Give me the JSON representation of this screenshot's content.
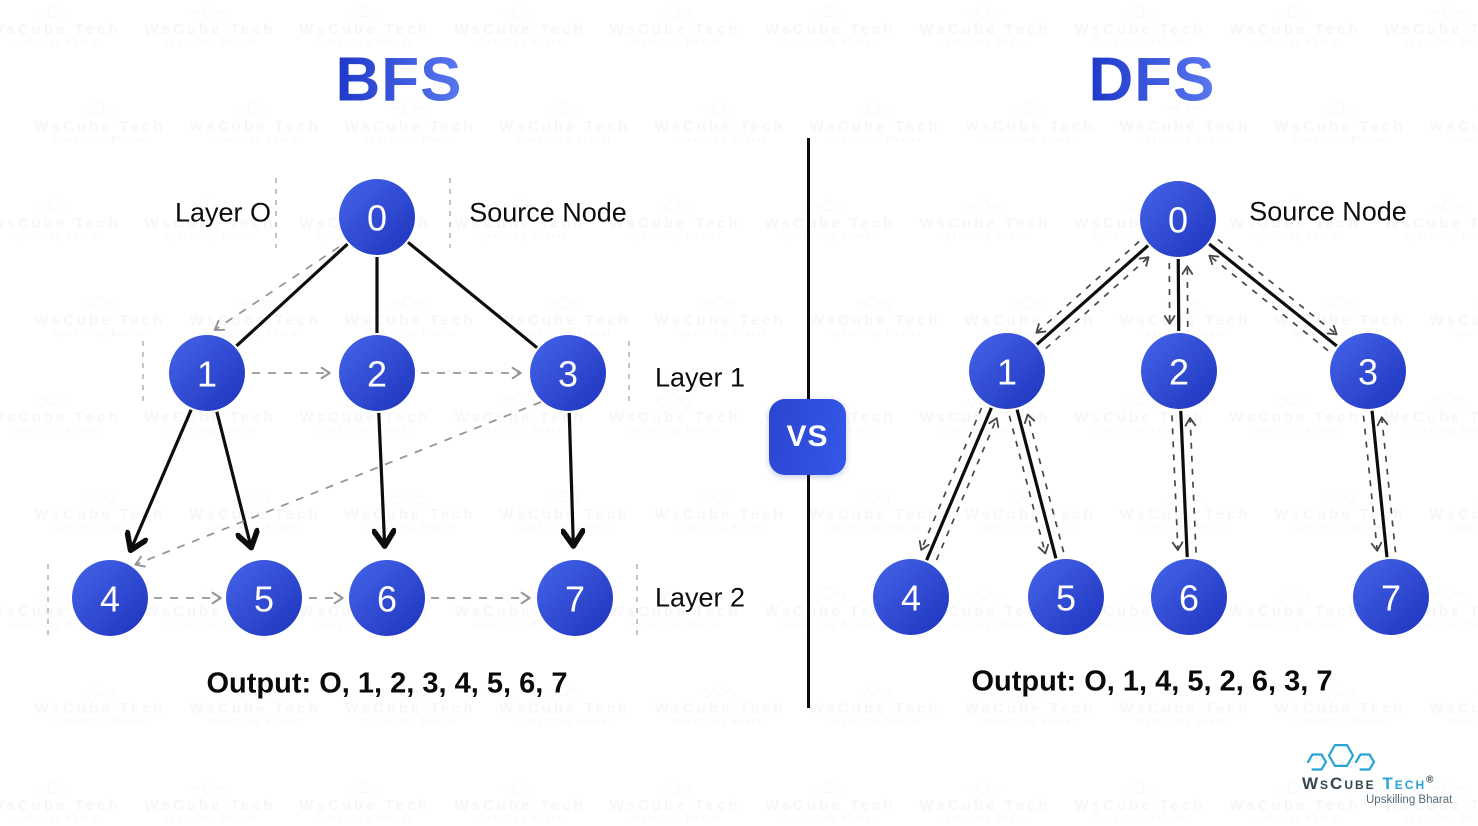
{
  "left_panel": {
    "title": "BFS",
    "labels": {
      "layer0": "Layer O",
      "source": "Source Node",
      "layer1": "Layer 1",
      "layer2": "Layer 2"
    },
    "nodes": [
      "0",
      "1",
      "2",
      "3",
      "4",
      "5",
      "6",
      "7"
    ],
    "tree_edges": [
      [
        0,
        1
      ],
      [
        0,
        2
      ],
      [
        0,
        3
      ],
      [
        1,
        4
      ],
      [
        1,
        5
      ],
      [
        2,
        6
      ],
      [
        3,
        7
      ]
    ],
    "traversal_order": [
      "O",
      "1",
      "2",
      "3",
      "4",
      "5",
      "6",
      "7"
    ],
    "output": "Output: O, 1, 2, 3, 4, 5, 6, 7"
  },
  "divider": {
    "vs_label": "VS"
  },
  "right_panel": {
    "title": "DFS",
    "labels": {
      "source": "Source Node"
    },
    "nodes": [
      "0",
      "1",
      "2",
      "3",
      "4",
      "5",
      "6",
      "7"
    ],
    "tree_edges": [
      [
        0,
        1
      ],
      [
        0,
        2
      ],
      [
        0,
        3
      ],
      [
        1,
        4
      ],
      [
        1,
        5
      ],
      [
        2,
        6
      ],
      [
        3,
        7
      ]
    ],
    "traversal_order": [
      "O",
      "1",
      "4",
      "5",
      "2",
      "6",
      "3",
      "7"
    ],
    "output": "Output: O, 1, 4, 5, 2, 6, 3, 7"
  },
  "logo": {
    "brand_primary": "WsCube",
    "brand_secondary": "Tech",
    "registered_mark": "®",
    "tagline": "Upskilling Bharat"
  },
  "watermark": {
    "text": "WsCube Tech",
    "tagline": "Upskilling Bharat"
  },
  "colors": {
    "node_gradient_start": "#4565ea",
    "node_gradient_end": "#1e33bd",
    "title_gradient_start": "#1d38c8",
    "title_gradient_end": "#5a78f0",
    "badge_blue": "#2e4dd8",
    "edge_black": "#0d0d0d",
    "bfs_dash_gray": "#969696",
    "dfs_dash_gray": "#474747",
    "guide_gray": "#b5b5b5",
    "logo_blue": "#29a3d6",
    "logo_dark": "#37474f",
    "tagline_gray": "#5a6b76"
  }
}
